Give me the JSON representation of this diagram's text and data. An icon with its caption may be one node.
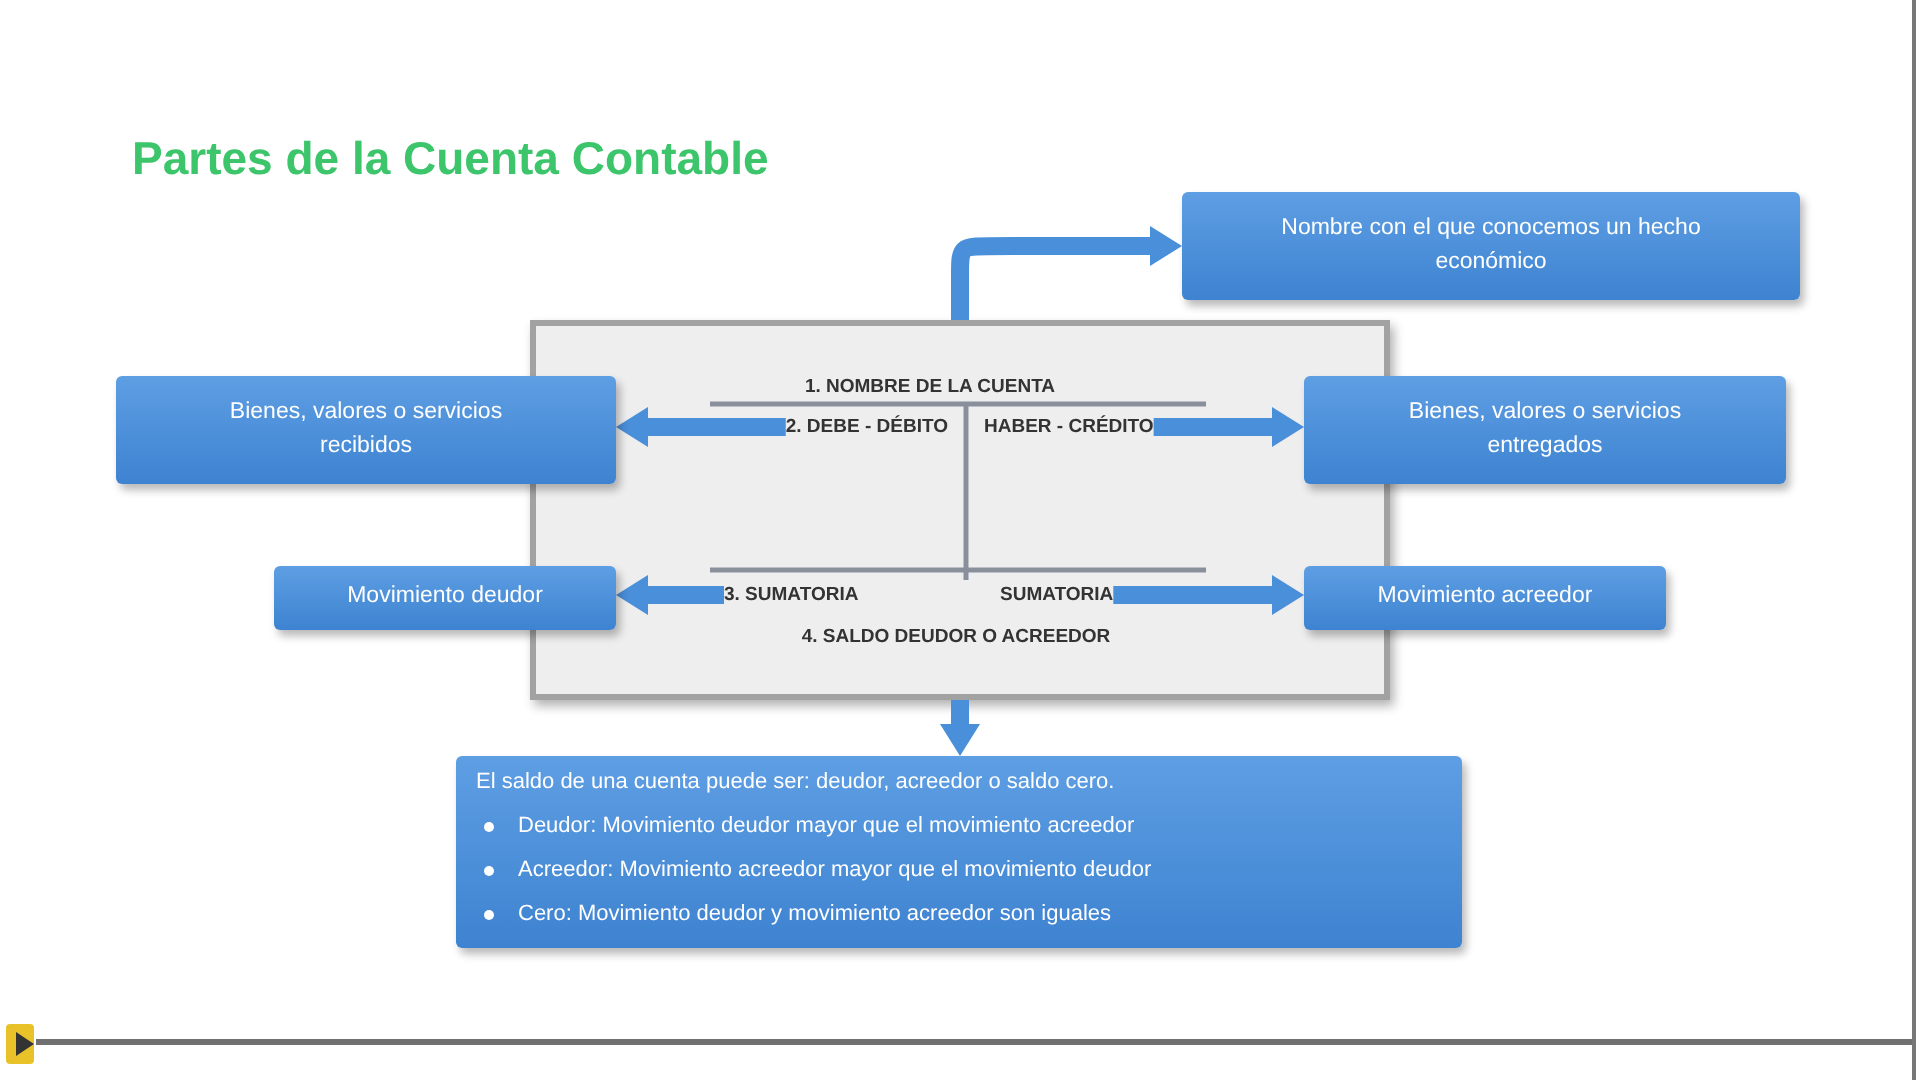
{
  "diagram": {
    "title": "Partes de la Cuenta Contable",
    "nodes": [
      {
        "text": [
          "Nombre con el que conocemos un hecho económico"
        ]
      },
      {
        "text": [
          "1. NOMBRE DE LA CUENTA",
          "4. SALDO DEUDOR O ACREEDOR"
        ]
      },
      {
        "text": [
          "2. DEBE - DÉBITO"
        ],
        "in": 1
      },
      {
        "text": [
          "HABER - CRÉDITO"
        ],
        "in": 1
      },
      {
        "text": [
          "3. SUMATORIA"
        ],
        "in": 1
      },
      {
        "text": [
          "SUMATORIA"
        ],
        "in": 1
      },
      {
        "text": [
          "Bienes, valores o servicios recibidos"
        ]
      },
      {
        "text": [
          "Bienes, valores o servicios entregados"
        ]
      },
      {
        "text": [
          "Movimiento deudor"
        ]
      },
      {
        "text": [
          "Movimiento acreedor"
        ]
      },
      {
        "text": [
          "El saldo de una cuenta puede ser: deudor, acreedor o saldo cero.",
          "Deudor: Movimiento deudor mayor que el movimiento acreedor",
          "Acreedor: Movimiento acreedor mayor que el movimiento deudor",
          "Cero: Movimiento deudor y movimiento acreedor son iguales"
        ]
      }
    ],
    "edges": [
      {
        "from": 1,
        "to": 0,
        "arrow": "to"
      },
      {
        "from": 2,
        "to": 6,
        "arrow": "to"
      },
      {
        "from": 3,
        "to": 7,
        "arrow": "to"
      },
      {
        "from": 4,
        "to": 8,
        "arrow": "to"
      },
      {
        "from": 5,
        "to": 9,
        "arrow": "to"
      },
      {
        "from": 1,
        "to": 10,
        "arrow": "to"
      }
    ]
  }
}
